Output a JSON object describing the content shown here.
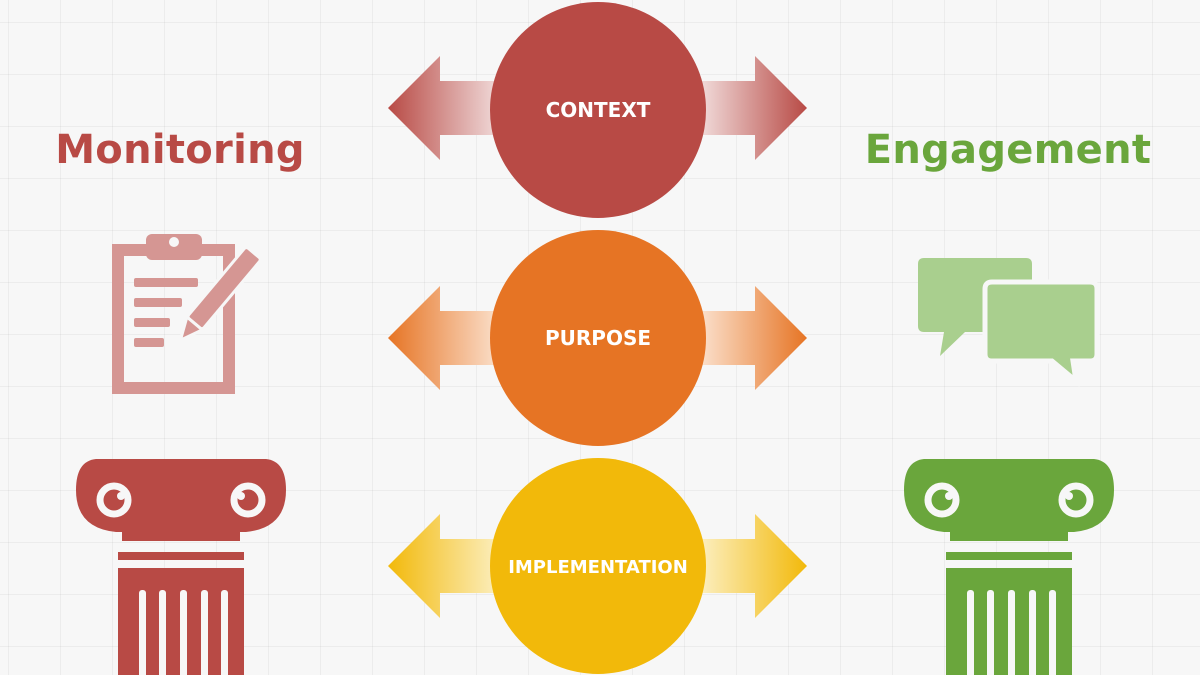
{
  "left_pillar": {
    "title": "Monitoring",
    "icon": "clipboard-pencil-icon",
    "color": "#b84a45",
    "icon_color": "#d59693"
  },
  "right_pillar": {
    "title": "Engagement",
    "icon": "speech-bubbles-icon",
    "color": "#6aa63c",
    "icon_color": "#a9cf8e"
  },
  "nodes": [
    {
      "label": "CONTEXT",
      "color": "#b84a45",
      "arrow_tint": "#e0b4b2"
    },
    {
      "label": "PURPOSE",
      "color": "#e67424",
      "arrow_tint": "#f6c6a2"
    },
    {
      "label": "IMPLEMENTATION",
      "color": "#f2b90a",
      "arrow_tint": "#fbe59a"
    }
  ]
}
